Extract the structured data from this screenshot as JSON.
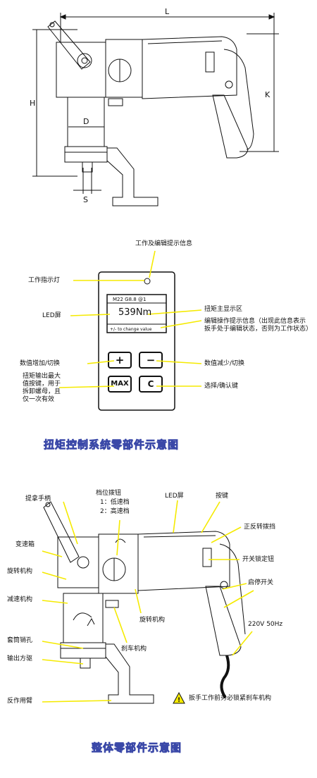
{
  "dimensions": {
    "L": "L",
    "H": "H",
    "K": "K",
    "D": "D",
    "S": "S"
  },
  "panel": {
    "title": "扭矩控制系统零部件示意图",
    "top_info": "工作及编辑提示信息",
    "work_light": "工作指示灯",
    "led_screen": "LED屏",
    "main_display": "扭矩主显示区",
    "edit_info": "编辑操作提示信息（出现此信息表示扳手处于编辑状态，否则为工作状态）",
    "increase": "数值增加/切换",
    "decrease": "数值减少/切换",
    "max_note": "扭矩输出最大值按键，用于拆卸螺母，且仅一次有效",
    "select": "选择/确认键",
    "lcd_line1": "M22 G8.8 @1",
    "lcd_value": "539Nm",
    "lcd_line3": "+/- to change value",
    "btn_plus": "+",
    "btn_minus": "−",
    "btn_max": "MAX",
    "btn_c": "C"
  },
  "overall": {
    "title": "整体零部件示意图",
    "handle": "提拿手柄",
    "gear_knob": "档位拨钮",
    "gear_low": "1：低速档",
    "gear_high": "2：高速档",
    "led": "LED屏",
    "keys": "按键",
    "direction": "正反转拨挡",
    "gearbox": "变速箱",
    "rotate1": "旋转机构",
    "lock_btn": "开关锁定钮",
    "start_switch": "启停开关",
    "reducer": "减速机构",
    "rotate2": "旋转机构",
    "sleeve_pin": "套筒销孔",
    "brake": "刹车机构",
    "power": "220V 50Hz",
    "output_sq": "输出方驱",
    "warning": "扳手工作前务必锁紧刹车机构",
    "reaction_arm": "反作用臂"
  },
  "colors": {
    "leader": "#f5ea00",
    "title_fill": "#f2ec00",
    "title_stroke": "#3a48a8"
  }
}
